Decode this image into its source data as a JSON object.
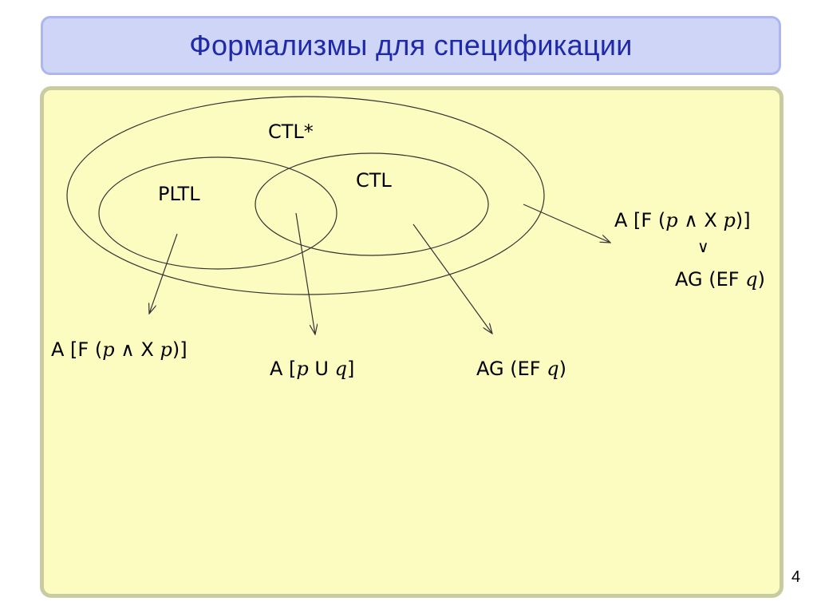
{
  "title": "Формализмы для спецификации",
  "page_number": "4",
  "sets": {
    "ctl_star": "CTL*",
    "pltl": "PLTL",
    "ctl": "CTL"
  },
  "formulas": {
    "pltl_example": {
      "a": "A [",
      "f": "F (",
      "p1": "p",
      "and": " ∧ ",
      "x": "X ",
      "p2": "p",
      "close": ")]"
    },
    "common_example": {
      "a": "A [",
      "p": "p",
      "u": " U ",
      "q": "q",
      "close": "]"
    },
    "ctl_example": {
      "ag": "AG (",
      "ef": "EF ",
      "q": "q",
      "close": ")"
    },
    "ctl_star_example": {
      "a": "A [",
      "f": "F (",
      "p1": "p",
      "and": " ∧ ",
      "x": "X ",
      "p2": "p",
      "close": ")]",
      "or": "∨",
      "ag": "AG (",
      "ef": "EF ",
      "q": "q",
      "close2": ")"
    }
  }
}
